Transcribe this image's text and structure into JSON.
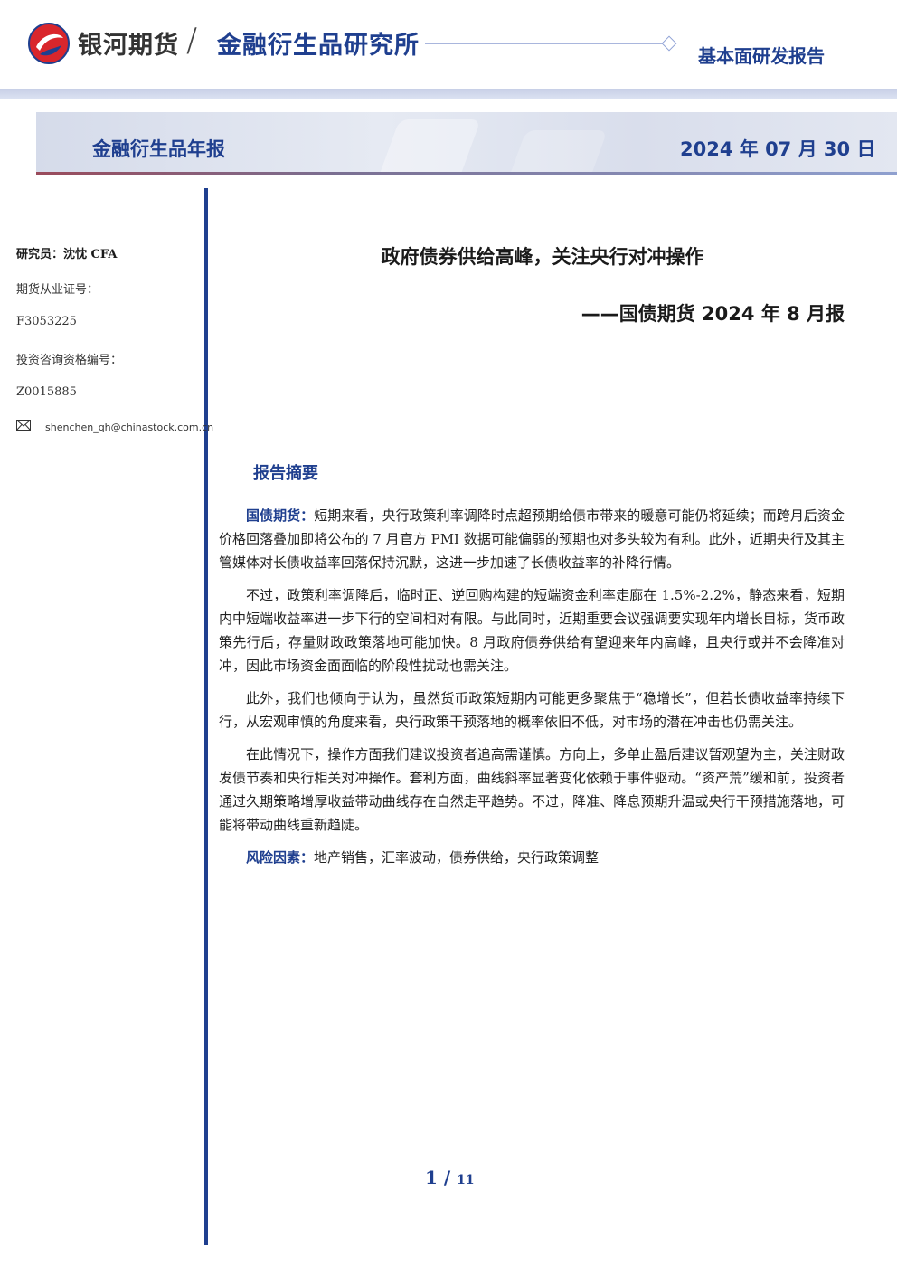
{
  "header": {
    "brand_name": "银河期货",
    "institute": "金融衍生品研究所",
    "report_type": "基本面研发报告"
  },
  "banner": {
    "title": "金融衍生品年报",
    "date": "2024 年 07 月 30 日"
  },
  "sidebar": {
    "analyst": "研究员：沈忱  CFA",
    "futures_cert_label": "期货从业证号：",
    "futures_cert_no": "F3053225",
    "consult_cert_label": "投资咨询资格编号：",
    "consult_cert_no": "Z0015885",
    "email": "shenchen_qh@chinastock.com.cn"
  },
  "report": {
    "title": "政府债券供给高峰，关注央行对冲操作",
    "subtitle": "——国债期货 2024 年 8 月报",
    "section_heading": "报告摘要",
    "p1_label": "国债期货：",
    "p1_text": "短期来看，央行政策利率调降时点超预期给债市带来的暖意可能仍将延续；而跨月后资金价格回落叠加即将公布的 7 月官方 PMI 数据可能偏弱的预期也对多头较为有利。此外，近期央行及其主管媒体对长债收益率回落保持沉默，这进一步加速了长债收益率的补降行情。",
    "p2_text": "不过，政策利率调降后，临时正、逆回购构建的短端资金利率走廊在 1.5%-2.2%，静态来看，短期内中短端收益率进一步下行的空间相对有限。与此同时，近期重要会议强调要实现年内增长目标，货币政策先行后，存量财政政策落地可能加快。8 月政府债券供给有望迎来年内高峰，且央行或并不会降准对冲，因此市场资金面面临的阶段性扰动也需关注。",
    "p3_text": "此外，我们也倾向于认为，虽然货币政策短期内可能更多聚焦于“稳增长”，但若长债收益率持续下行，从宏观审慎的角度来看，央行政策干预落地的概率依旧不低，对市场的潜在冲击也仍需关注。",
    "p4_text": "在此情况下，操作方面我们建议投资者追高需谨慎。方向上，多单止盈后建议暂观望为主，关注财政发债节奏和央行相关对冲操作。套利方面，曲线斜率显著变化依赖于事件驱动。“资产荒”缓和前，投资者通过久期策略增厚收益带动曲线存在自然走平趋势。不过，降准、降息预期升温或央行干预措施落地，可能将带动曲线重新趋陡。",
    "risk_label": "风险因素：",
    "risk_text": "地产销售，汇率波动，债券供给，央行政策调整"
  },
  "footer": {
    "page_current": "1",
    "page_sep": " / ",
    "page_total": "11"
  },
  "colors": {
    "brand_blue": "#1f3f8f",
    "logo_red": "#d9262c",
    "banner_bg": "#dfe4f0"
  },
  "icons": [
    "logo-icon",
    "mail-icon"
  ]
}
